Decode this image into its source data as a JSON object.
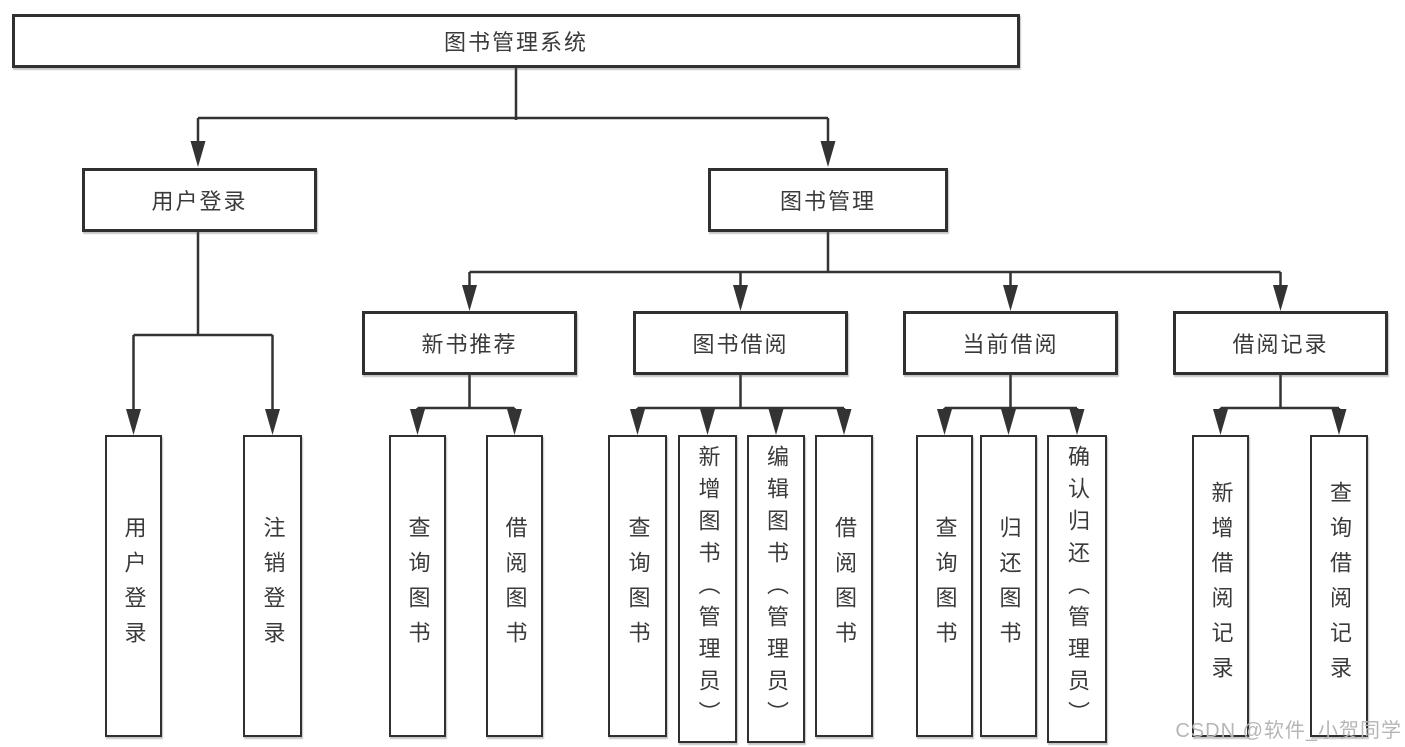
{
  "diagram": {
    "title": "图书管理系统",
    "branches": [
      {
        "label": "用户登录",
        "children": [
          {
            "label": "用户登录"
          },
          {
            "label": "注销登录"
          }
        ]
      },
      {
        "label": "图书管理",
        "children": [
          {
            "label": "新书推荐",
            "children": [
              {
                "label": "查询图书"
              },
              {
                "label": "借阅图书"
              }
            ]
          },
          {
            "label": "图书借阅",
            "children": [
              {
                "label": "查询图书"
              },
              {
                "label": "新增图书（管理员）"
              },
              {
                "label": "编辑图书（管理员）"
              },
              {
                "label": "借阅图书"
              }
            ]
          },
          {
            "label": "当前借阅",
            "children": [
              {
                "label": "查询图书"
              },
              {
                "label": "归还图书"
              },
              {
                "label": "确认归还（管理员）"
              }
            ]
          },
          {
            "label": "借阅记录",
            "children": [
              {
                "label": "新增借阅记录"
              },
              {
                "label": "查询借阅记录"
              }
            ]
          }
        ]
      }
    ]
  },
  "watermark": "CSDN @软件_小贺同学",
  "colors": {
    "line": "#333333",
    "box_border": "#303030",
    "box_fill": "#ffffff",
    "text": "#3a3a3a",
    "watermark": "#b6b6b6"
  }
}
